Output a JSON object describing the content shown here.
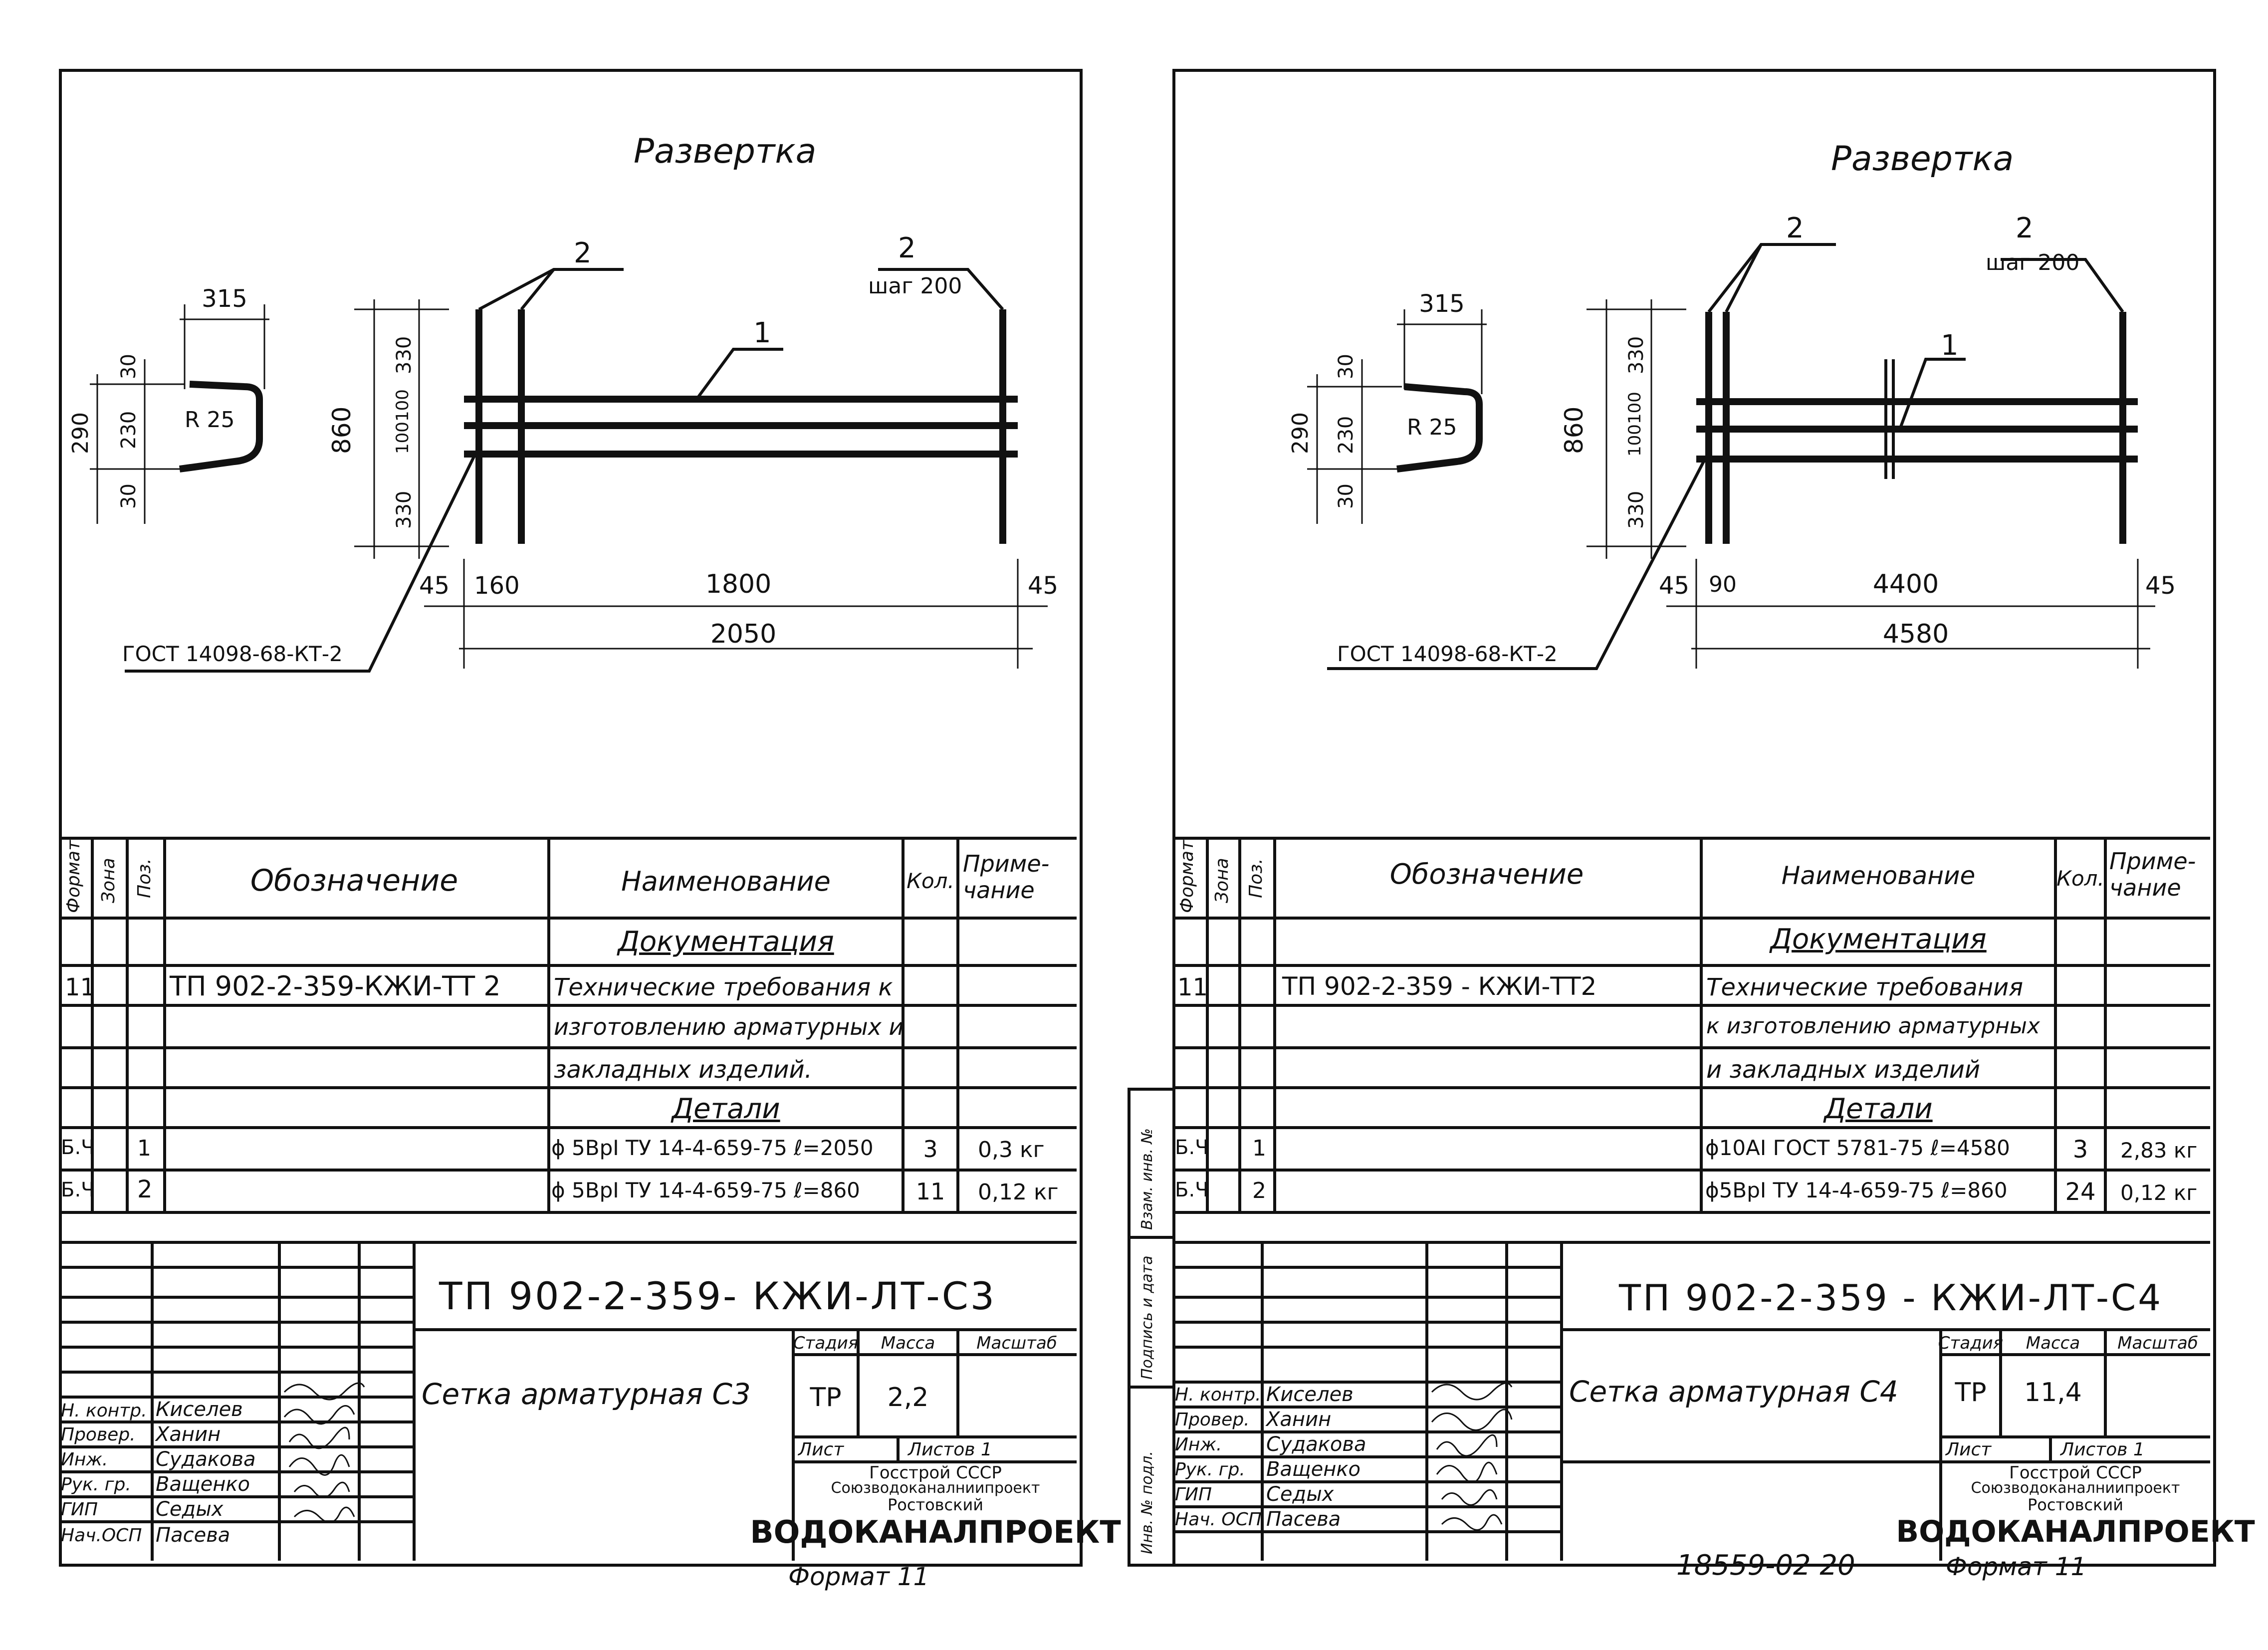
{
  "sheets": [
    {
      "drawing": {
        "title": "Развертка",
        "pos2_left": "2",
        "pos2_right": "2",
        "pitch": "шаг 200",
        "pos1": "1",
        "profile": {
          "w": "315",
          "h": "290",
          "h_top": "30",
          "h_mid": "230",
          "h_bot": "30",
          "radius": "R 25"
        },
        "dims_v": [
          "860",
          "330",
          "100",
          "100",
          "330"
        ],
        "dims_h": {
          "left": "45",
          "gap": "160",
          "span": "1800",
          "right": "45",
          "total": "2050"
        },
        "weld_note": "ГОСТ 14098-68-КТ-2"
      },
      "spec": {
        "h_format": "Формат",
        "h_zone": "Зона",
        "h_pos": "Поз.",
        "h_designation": "Обозначение",
        "h_name": "Наименование",
        "h_qty": "Кол.",
        "h_note": "Приме-\nчание",
        "section_docs": "Документация",
        "doc_format": "11",
        "doc_designation": "ТП 902-2-359-КЖИ-ТТ 2",
        "doc_name": [
          "Технические требования к",
          "изготовлению арматурных и",
          "закладных изделий."
        ],
        "section_parts": "Детали",
        "rows": [
          {
            "format": "Б.Ч",
            "pos": "1",
            "name": "ϕ 5ВрI ТУ 14-4-659-75 ℓ=2050",
            "qty": "3",
            "note": "0,3 кг"
          },
          {
            "format": "Б.Ч",
            "pos": "2",
            "name": "ϕ 5ВрI ТУ 14-4-659-75 ℓ=860",
            "qty": "11",
            "note": "0,12 кг"
          }
        ]
      },
      "titleblock": {
        "code": "ТП 902-2-359- КЖИ-ЛТ-С3",
        "name": "Сетка арматурная С3",
        "stage_h": "Стадия",
        "mass_h": "Масса",
        "scale_h": "Масштаб",
        "stage": "ТР",
        "mass": "2,2",
        "scale": "",
        "sheet_h": "Лист",
        "sheets_h": "Листов 1",
        "org": [
          "Госстрой СССР",
          "Союзводоканалниипроект",
          "Ростовский"
        ],
        "org_name": "ВОДОКАНАЛПРОЕКТ",
        "people": [
          {
            "role": "Н. контр.",
            "name": "Киселев"
          },
          {
            "role": "Провер.",
            "name": "Ханин"
          },
          {
            "role": "Инж.",
            "name": "Судакова"
          },
          {
            "role": "Рук. гр.",
            "name": "Ващенко"
          },
          {
            "role": "ГИП",
            "name": "Седых"
          },
          {
            "role": "Нач.ОСП",
            "name": "Пасева"
          }
        ]
      },
      "footer": "Формат 11"
    },
    {
      "drawing": {
        "title": "Развертка",
        "pos2_left": "2",
        "pos2_right": "2",
        "pitch": "шаг 200",
        "pos1": "1",
        "profile": {
          "w": "315",
          "h": "290",
          "h_top": "30",
          "h_mid": "230",
          "h_bot": "30",
          "radius": "R 25"
        },
        "dims_v": [
          "860",
          "330",
          "100",
          "100",
          "330"
        ],
        "dims_h": {
          "left": "45",
          "gap": "90",
          "span": "4400",
          "right": "45",
          "total": "4580"
        },
        "weld_note": "ГОСТ 14098-68-КТ-2"
      },
      "spec": {
        "h_format": "Формат",
        "h_zone": "Зона",
        "h_pos": "Поз.",
        "h_designation": "Обозначение",
        "h_name": "Наименование",
        "h_qty": "Кол.",
        "h_note": "Приме-\nчание",
        "section_docs": "Документация",
        "doc_format": "11",
        "doc_designation": "ТП 902-2-359 - КЖИ-ТТ2",
        "doc_name": [
          "Технические требования",
          "к изготовлению арматурных",
          "и закладных изделий"
        ],
        "section_parts": "Детали",
        "rows": [
          {
            "format": "Б.Ч",
            "pos": "1",
            "name": "ϕ10АI ГОСТ 5781-75 ℓ=4580",
            "qty": "3",
            "note": "2,83 кг"
          },
          {
            "format": "Б.Ч",
            "pos": "2",
            "name": "ϕ5ВрI ТУ 14-4-659-75 ℓ=860",
            "qty": "24",
            "note": "0,12 кг"
          }
        ]
      },
      "titleblock": {
        "code": "ТП 902-2-359 - КЖИ-ЛТ-С4",
        "name": "Сетка арматурная С4",
        "stage_h": "Стадия",
        "mass_h": "Масса",
        "scale_h": "Масштаб",
        "stage": "ТР",
        "mass": "11,4",
        "scale": "",
        "sheet_h": "Лист",
        "sheets_h": "Листов 1",
        "org": [
          "Госстрой СССР",
          "Союзводоканалниипроект",
          "Ростовский"
        ],
        "org_name": "ВОДОКАНАЛПРОЕКТ",
        "people": [
          {
            "role": "Н. контр.",
            "name": "Киселев"
          },
          {
            "role": "Провер.",
            "name": "Ханин"
          },
          {
            "role": "Инж.",
            "name": "Судакова"
          },
          {
            "role": "Рук. гр.",
            "name": "Ващенко"
          },
          {
            "role": "ГИП",
            "name": "Седых"
          },
          {
            "role": "Нач. ОСП",
            "name": "Пасева"
          }
        ]
      },
      "footer": "Формат 11",
      "sidebar": [
        "Взам. инв. №",
        "Подпись и дата",
        "Инв. № подл."
      ]
    }
  ],
  "archive_number": "18559-02 20"
}
